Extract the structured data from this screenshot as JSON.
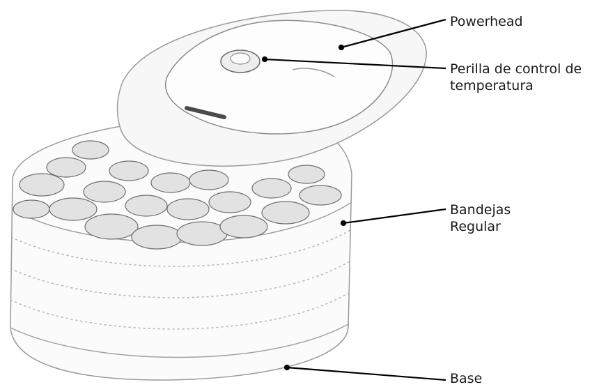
{
  "labels": {
    "powerhead": "Powerhead",
    "perilla_line1": "Perilla de control de",
    "perilla_line2": "temperatura",
    "bandejas_line1": "Bandejas",
    "bandejas_line2": "Regular",
    "base": "Base"
  },
  "colors": {
    "line": "#000000",
    "outline": "#8a8a8a",
    "food": "#6e6e6e",
    "text": "#1a1a1a"
  }
}
